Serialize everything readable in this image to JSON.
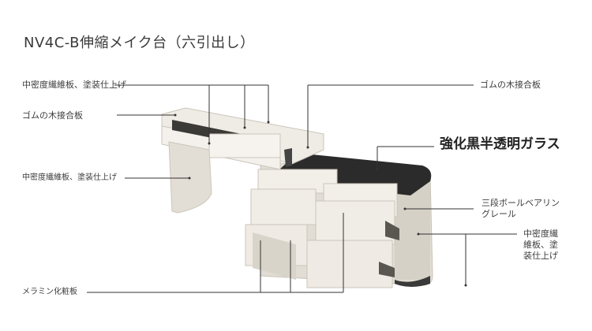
{
  "title": "NV4C-B伸縮メイク台（六引出し）",
  "labels": {
    "mdf_top": "中密度繊維板、塗装仕上げ",
    "rubberwood_left": "ゴムの木接合板",
    "mdf_leg": "中密度繊維板、塗装仕上げ",
    "melamine": "メラミン化粧板",
    "rubberwood_right": "ゴムの木接合板",
    "glass": "強化黒半透明ガラス",
    "rail_line1": "三段ボールベアリン",
    "rail_line2": "グレール",
    "mdf_right_line1": "中密度繊",
    "mdf_right_line2": "維板、塗",
    "mdf_right_line3": "装仕上げ"
  },
  "colors": {
    "body": "#ece8e0",
    "body_shadow": "#cfcac0",
    "glass": "#2b2b2b",
    "line": "#333333"
  }
}
